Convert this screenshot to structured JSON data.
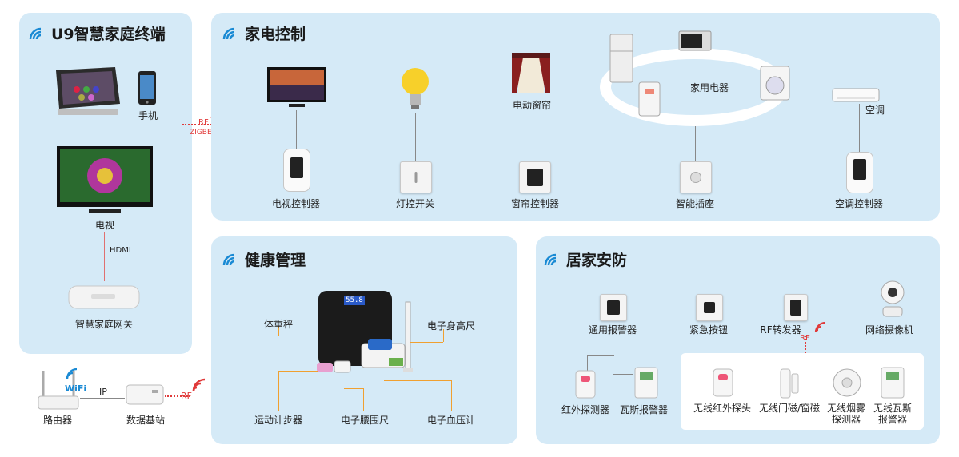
{
  "terminal": {
    "title": "U9智慧家庭终端",
    "phone": "手机",
    "tv": "电视",
    "hdmi": "HDMI",
    "gateway": "智慧家庭网关",
    "rf": "RF",
    "zigbee": "ZIGBEE"
  },
  "network": {
    "wifi": "WiFi",
    "ip": "IP",
    "rf": "RF",
    "router": "路由器",
    "base_station": "数据基站"
  },
  "appliance": {
    "title": "家电控制",
    "curtain": "电动窗帘",
    "home_appliances": "家用电器",
    "ac": "空调",
    "tv_controller": "电视控制器",
    "light_switch": "灯控开关",
    "curtain_controller": "窗帘控制器",
    "smart_socket": "智能插座",
    "ac_controller": "空调控制器"
  },
  "health": {
    "title": "健康管理",
    "scale": "体重秤",
    "height": "电子身高尺",
    "pedometer": "运动计步器",
    "waist": "电子腰围尺",
    "bp": "电子血压计",
    "scale_display": "55.8"
  },
  "security": {
    "title": "居家安防",
    "alarm": "通用报警器",
    "emergency": "紧急按钮",
    "rf_repeater": "RF转发器",
    "rf": "RF",
    "camera": "网络摄像机",
    "ir_detector": "红外探测器",
    "gas_alarm": "瓦斯报警器",
    "wireless_ir": "无线红外探头",
    "wireless_door": "无线门磁/窗磁",
    "wireless_smoke_1": "无线烟雾",
    "wireless_smoke_2": "探测器",
    "wireless_gas_1": "无线瓦斯",
    "wireless_gas_2": "报警器"
  },
  "colors": {
    "panel": "#d5eaf7",
    "accent": "#1a8ad4",
    "rf": "#e03a3a",
    "connector": "#f0a030"
  }
}
